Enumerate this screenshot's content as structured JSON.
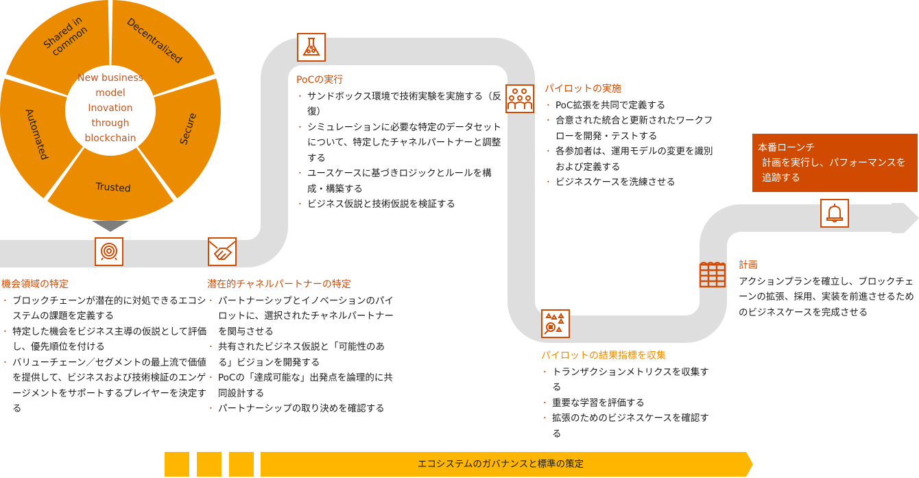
{
  "wheel": {
    "center_text": [
      "New business",
      "model",
      "Inovation",
      "through",
      "blockchain"
    ],
    "segments": [
      "Shared in common",
      "Decentralized",
      "Secure",
      "Trusted",
      "Automated"
    ],
    "segment_color": "#eb8c00",
    "center_text_color": "#c0561e"
  },
  "colors": {
    "accent": "#d04a02",
    "amber": "#eb8c00",
    "path": "#dedede",
    "governance": "#ffb600",
    "pointer": "#7d7d7d"
  },
  "steps": [
    {
      "id": "identify-opportunity",
      "icon": "target-icon",
      "title": "機会領域の特定",
      "bullets": [
        "ブロックチェーンが潜在的に対処できるエコシステムの課題を定義する",
        "特定した機会をビジネス主導の仮説として評価し、優先順位を付ける",
        "バリューチェーン／セグメントの最上流で価値を提供して、ビジネスおよび技術検証のエンゲージメントをサポートするプレイヤーを決定する"
      ]
    },
    {
      "id": "identify-partners",
      "icon": "handshake-icon",
      "title": "潜在的チャネルパートナーの特定",
      "bullets": [
        "パートナーシップとイノベーションのパイロットに、選択されたチャネルパートナーを関与させる",
        "共有されたビジネス仮説と「可能性のある」ビジョンを開発する",
        "PoCの「達成可能な」出発点を論理的に共同設計する",
        "パートナーシップの取り決めを確認する"
      ]
    },
    {
      "id": "run-poc",
      "icon": "flask-icon",
      "title": "PoCの実行",
      "bullets": [
        "サンドボックス環境で技術実験を実施する（反復）",
        "シミュレーションに必要な特定のデータセットについて、特定したチャネルパートナーと調整する",
        "ユースケースに基づきロジックとルールを構成・構築する",
        "ビジネス仮説と技術仮説を検証する"
      ]
    },
    {
      "id": "run-pilot",
      "icon": "audience-icon",
      "title": "パイロットの実施",
      "bullets": [
        "PoC拡張を共同で定義する",
        "合意された統合と更新されたワークフローを開発・テストする",
        "各参加者は、運用モデルの変更を識別および定義する",
        "ビジネスケースを洗練させる"
      ]
    },
    {
      "id": "collect-metrics",
      "icon": "analytics-icon",
      "title": "パイロットの結果指標を収集",
      "bullets": [
        "トランザクションメトリクスを収集する",
        "重要な学習を評価する",
        "拡張のためのビジネスケースを確認する"
      ]
    },
    {
      "id": "plan",
      "icon": "calendar-icon",
      "title": "計画",
      "description": "アクションプランを確立し、ブロックチェーンの拡張、採用、実装を前進させるためのビジネスケースを完成させる"
    },
    {
      "id": "launch",
      "icon": "bell-icon",
      "title": "本番ローンチ",
      "description": "計画を実行し、パフォーマンスを追跡する"
    }
  ],
  "governance": {
    "label": "エコシステムのガバナンスと標準の策定"
  }
}
